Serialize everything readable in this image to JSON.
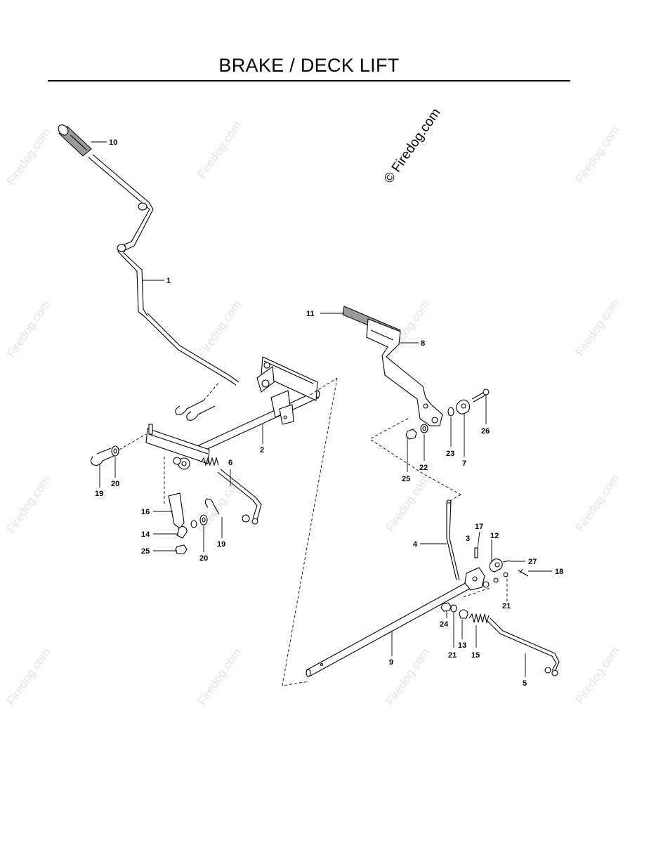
{
  "page": {
    "title": "BRAKE / DECK LIFT",
    "watermark": "Firedog.com",
    "watermark_main": "© Firedog.com"
  },
  "callouts": [
    {
      "id": "c10",
      "text": "10"
    },
    {
      "id": "c1",
      "text": "1"
    },
    {
      "id": "c11",
      "text": "11"
    },
    {
      "id": "c8",
      "text": "8"
    },
    {
      "id": "c7",
      "text": "7"
    },
    {
      "id": "c26",
      "text": "26"
    },
    {
      "id": "c23",
      "text": "23"
    },
    {
      "id": "c22",
      "text": "22"
    },
    {
      "id": "c25a",
      "text": "25"
    },
    {
      "id": "c2",
      "text": "2"
    },
    {
      "id": "c6",
      "text": "6"
    },
    {
      "id": "c19a",
      "text": "19"
    },
    {
      "id": "c20a",
      "text": "20"
    },
    {
      "id": "c16",
      "text": "16"
    },
    {
      "id": "c14",
      "text": "14"
    },
    {
      "id": "c25b",
      "text": "25"
    },
    {
      "id": "c20b",
      "text": "20"
    },
    {
      "id": "c19b",
      "text": "19"
    },
    {
      "id": "c4",
      "text": "4"
    },
    {
      "id": "c17",
      "text": "17"
    },
    {
      "id": "c3",
      "text": "3"
    },
    {
      "id": "c12",
      "text": "12"
    },
    {
      "id": "c27",
      "text": "27"
    },
    {
      "id": "c18",
      "text": "18"
    },
    {
      "id": "c21a",
      "text": "21"
    },
    {
      "id": "c24",
      "text": "24"
    },
    {
      "id": "c21b",
      "text": "21"
    },
    {
      "id": "c13",
      "text": "13"
    },
    {
      "id": "c15",
      "text": "15"
    },
    {
      "id": "c9",
      "text": "9"
    },
    {
      "id": "c5",
      "text": "5"
    }
  ]
}
